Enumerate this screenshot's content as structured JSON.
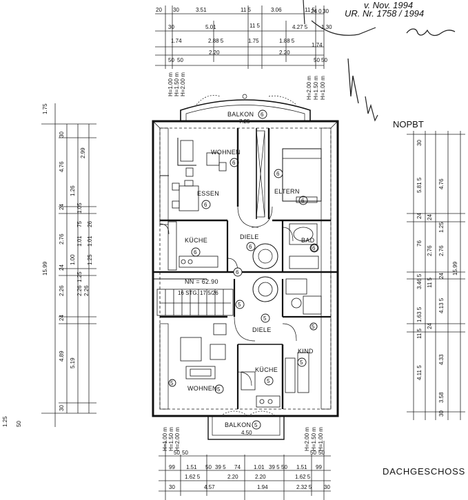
{
  "handwriting": {
    "line1": "v. Nov. 1994",
    "line2": "UR. Nr. 1758 / 1994",
    "check": "NOPBT"
  },
  "dims_top": {
    "row1": [
      "20",
      "30",
      "3.51",
      "11 5",
      "3.06",
      "11 5",
      "24 0",
      "30"
    ],
    "row2": [
      "30",
      "5.01",
      "11 5",
      "4.27 5",
      "1.30"
    ],
    "row3": [
      "1.74",
      "2.88 5",
      "1.75",
      "1.88 5",
      "1.74"
    ],
    "row4": [
      "2.20",
      "2.20"
    ],
    "row5_left": [
      "50",
      "50"
    ],
    "row5_right": [
      "50",
      "50"
    ]
  },
  "heights_top_left": [
    "H=1.00 m",
    "H=1.50 m",
    "H=2.00 m"
  ],
  "heights_top_right": [
    "H=2.00 m",
    "H=1.50 m",
    "H=1.00 m"
  ],
  "heights_bottom_left": [
    "H=1.00 m",
    "H=1.50 m",
    "H=2.00 m"
  ],
  "heights_bottom_right": [
    "H=2.00 m",
    "H=1.50 m",
    "H=1.00 m"
  ],
  "dims_left": {
    "outer_top": "1.75",
    "total": "15.99",
    "col1": [
      "30",
      "4.76",
      "24",
      "2.76",
      "24",
      "2.26",
      "24",
      "4.89",
      "30"
    ],
    "col2": [
      "2.99",
      "1.26",
      "1.05",
      "75",
      "1.01",
      "1.00",
      "1.25",
      "2.26",
      "5.19"
    ],
    "col3": [
      "26",
      "1.01",
      "1.25",
      "2.26"
    ],
    "outer_bottom": [
      "1.25",
      "50"
    ]
  },
  "dims_right": {
    "total": "15.99",
    "col1": [
      "30",
      "5.81 5",
      "24",
      "76",
      "2.76",
      "3.46 5",
      "1.63 5",
      "11 5",
      "4.11 5"
    ],
    "col2": [
      "4.76",
      "24",
      "1.25",
      "2.76",
      "24",
      "4.13 5",
      "4.33",
      "3.58",
      "30"
    ],
    "col3": [
      "11 5",
      "24"
    ]
  },
  "dims_bottom": {
    "row1_left": [
      "50",
      "50"
    ],
    "row1_right": [
      "50",
      "50"
    ],
    "row2": [
      "99",
      "1.51",
      "50",
      "39 5",
      "74",
      "1.01",
      "39 5",
      "50",
      "1.51",
      "99"
    ],
    "row3": [
      "1.62 5",
      "2.20",
      "2.20",
      "1.62 5"
    ],
    "row4": [
      "30",
      "4.57",
      "1.94",
      "2.32 5",
      "30"
    ]
  },
  "rooms": {
    "balkon_top": "BALKON",
    "balkon_top_num": "6",
    "balkon_top_dim": "- 7.25 -",
    "wohnen_top": "WOHNEN",
    "wohnen_top_num": "6",
    "essen": "ESSEN",
    "essen_num": "6",
    "eltern": "ELTERN",
    "eltern_num": "6",
    "eltern_num_upper": "6",
    "kueche_top": "KÜCHE",
    "kueche_top_num": "6",
    "diele_top": "DIELE",
    "diele_top_num": "6",
    "bad": "BAD",
    "bad_num": "6",
    "diele_door_num": "6",
    "nn": "NN = 62.90",
    "stg": "16 STG. 17.5/26",
    "stair_num": "5",
    "diele_bottom": "DIELE",
    "diele_bottom_num": "5",
    "wc_num": "5",
    "kind": "KIND",
    "kind_num": "5",
    "kueche_bottom": "KÜCHE",
    "kueche_bottom_num": "5",
    "wohnen_bottom": "WOHNEN",
    "wohnen_bottom_num": "5",
    "wohnen_bottom_num2": "5",
    "balkon_bottom": "BALKON",
    "balkon_bottom_num": "5",
    "balkon_bottom_dim": "4.50"
  },
  "title": "DACHGESCHOSS"
}
